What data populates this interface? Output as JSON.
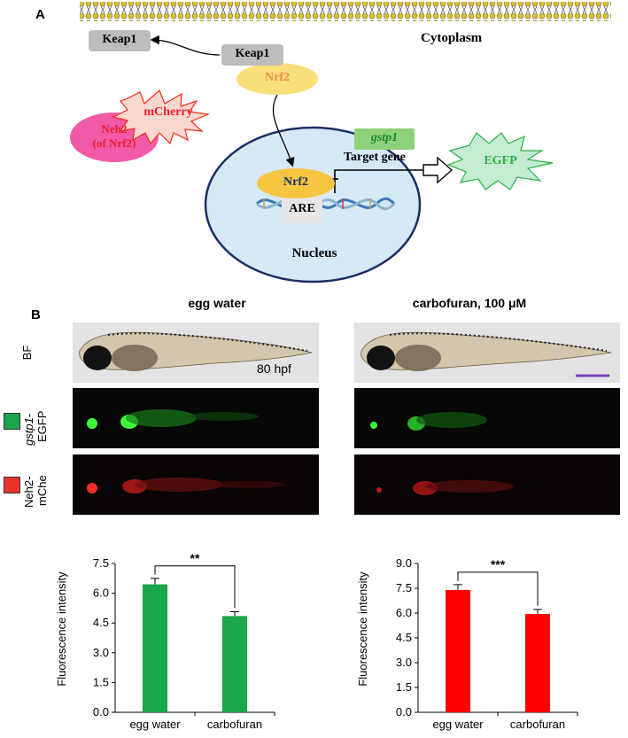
{
  "panel_a": {
    "letter": "A",
    "cytoplasm_label": "Cytoplasm",
    "keap1_free": "Keap1",
    "keap1_bound": "Keap1",
    "nrf2_cyto": "Nrf2",
    "neh2_label_line1": "Neh2",
    "neh2_label_line2": "(of Nrf2)",
    "mcherry": "mCherry",
    "gstp1": "gstp1",
    "target_gene": "Target gene",
    "egfp": "EGFP",
    "nrf2_nucleus": "Nrf2",
    "are": "ARE",
    "nucleus_label": "Nucleus"
  },
  "panel_b": {
    "letter": "B",
    "col_left": "egg water",
    "col_right": "carbofuran, 100 μM",
    "row_bf": "BF",
    "row_egfp_italic": "gstp1-",
    "row_egfp": "EGFP",
    "row_mche_line1": "Neh2-",
    "row_mche_line2": "mChe",
    "hpf_label": "80 hpf",
    "colors": {
      "egfp_chip": "#1aa64a",
      "mche_chip": "#e8342a",
      "scale_bar": "#7a3fb4"
    }
  },
  "chart_data": [
    {
      "type": "bar",
      "categories": [
        "egg water",
        "carbofuran"
      ],
      "values": [
        6.45,
        4.85
      ],
      "errors": [
        0.3,
        0.22
      ],
      "ylabel": "Fluorescence intensity",
      "ylim": [
        0,
        7.5
      ],
      "yticks": [
        "0.0",
        "1.5",
        "3.0",
        "4.5",
        "6.0",
        "7.5"
      ],
      "significance": "**",
      "color": "#1aa64a"
    },
    {
      "type": "bar",
      "categories": [
        "egg water",
        "carbofuran"
      ],
      "values": [
        7.4,
        5.95
      ],
      "errors": [
        0.32,
        0.27
      ],
      "ylabel": "Fluorescence intensity",
      "ylim": [
        0,
        9.0
      ],
      "yticks": [
        "0.0",
        "1.5",
        "3.0",
        "4.5",
        "6.0",
        "7.5",
        "9.0"
      ],
      "significance": "***",
      "color": "#ff0000"
    }
  ]
}
